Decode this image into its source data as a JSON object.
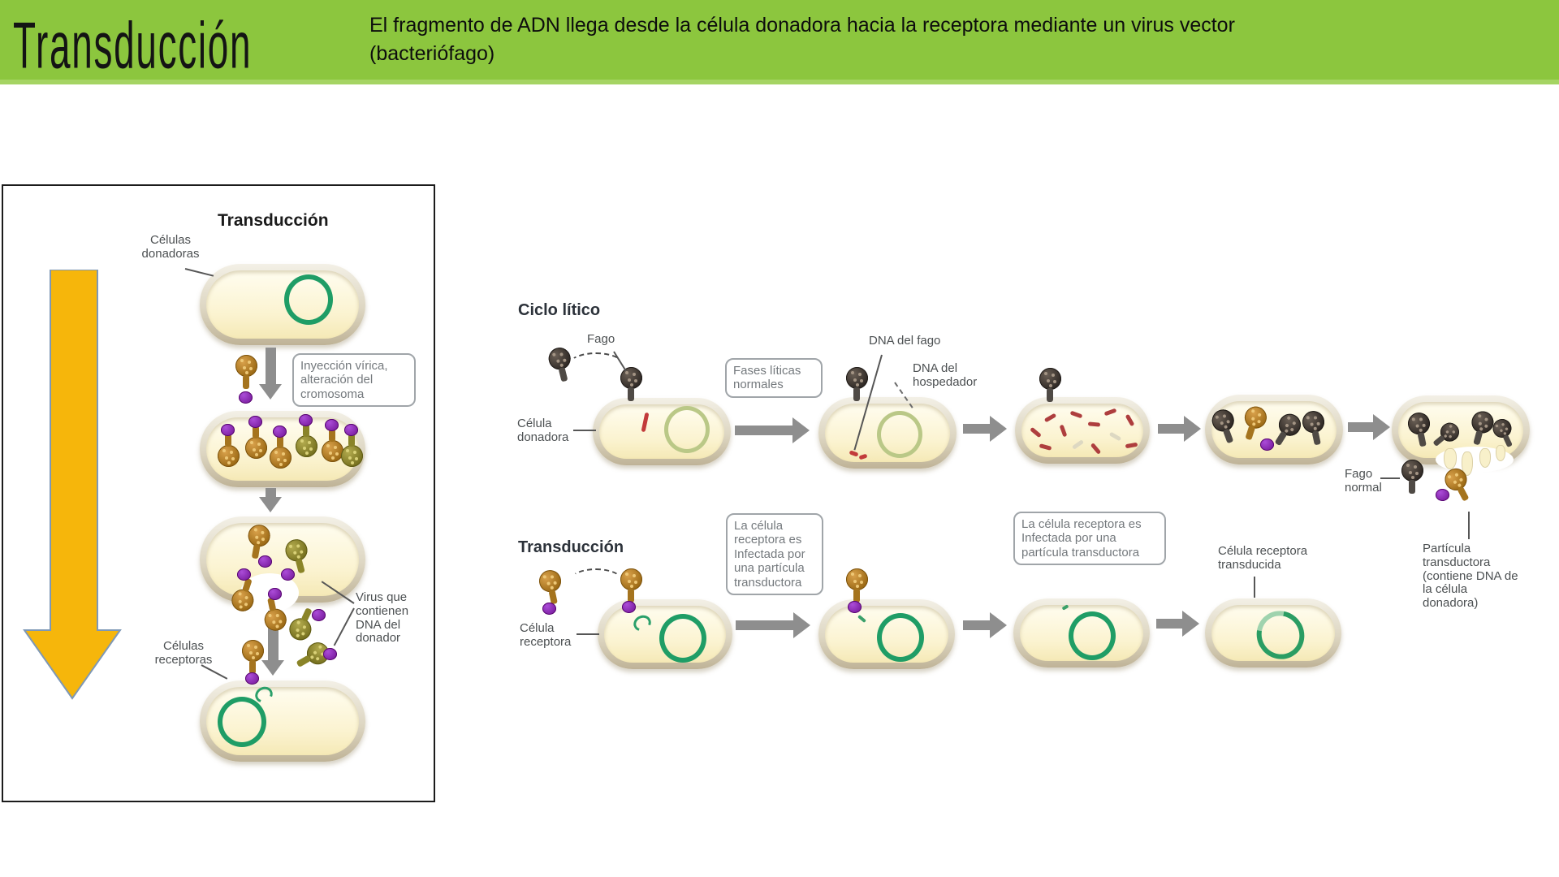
{
  "header": {
    "title": "Transducción",
    "subtitle": "El fragmento de ADN llega desde la célula donadora hacia la receptora mediante un virus vector (bacteriófago)"
  },
  "left_figure": {
    "title": "Transducción",
    "label_donor_cells": "Células donadoras",
    "note_injection": "Inyección vírica, alteración del cromosoma",
    "label_virus": "Virus que contienen DNA del donador",
    "label_receptor_cells": "Células receptoras"
  },
  "lytic": {
    "heading": "Ciclo lítico",
    "label_fago": "Fago",
    "label_celula_donadora": "Célula donadora",
    "note_fases": "Fases líticas normales",
    "label_dna_fago": "DNA del fago",
    "label_dna_hospedador": "DNA del hospedador",
    "label_fago_normal": "Fago normal",
    "label_particula": "Partícula transductora (contiene DNA de la célula donadora)"
  },
  "trans": {
    "heading": "Transducción",
    "label_celula_receptora": "Célula receptora",
    "note_infectada_1": "La célula receptora es Infectada por una partícula transductora",
    "note_infectada_2": "La célula receptora es Infectada por una partícula transductora",
    "label_transducida": "Célula receptora transducida"
  },
  "colors": {
    "header_green": "#8cc63e",
    "big_arrow_yellow": "#f6b60b",
    "chromosome_green": "#1f9d66",
    "pale_chromosome": "#bac887",
    "phage_orange": "#9c6a15",
    "phage_dark": "#2f2925",
    "phage_purple": "#6d1190",
    "arrow_gray": "#8e8e8e",
    "dna_red": "#ae3e3e"
  }
}
